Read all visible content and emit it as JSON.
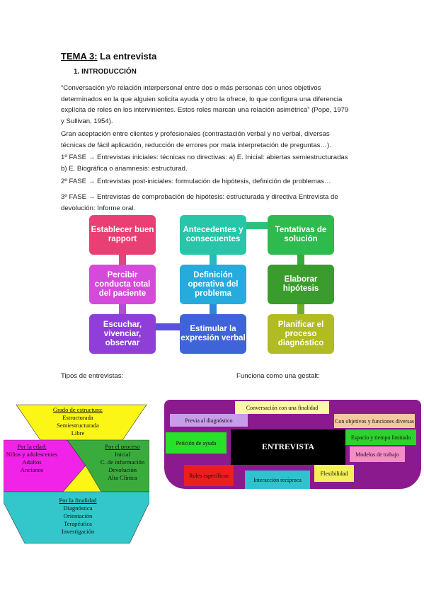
{
  "heading": {
    "prefix": "TEMA 3:",
    "rest": " La entrevista"
  },
  "section": "1.   INTRODUCCIÓN",
  "paragraphs": [
    [
      "“Conversación y/o relación interpersonal entre dos o más personas con unos objetivos",
      "determinados en la que alguien solicita ayuda y otro la ofrece, lo que configura una diferencia",
      "explícita de roles en los intervinientes. Estos roles marcan una relación asimétrica” (Pope, 1979",
      "y Sullivan, 1954)."
    ],
    [
      "Gran aceptación entre clientes y profesionales (contrastación verbal y no verbal, diversas",
      "técnicas de fácil aplicación, reducción de errores por mala interpretación de preguntas…)."
    ],
    [
      "1º FASE → Entrevistas iniciales: técnicas no directivas: a) E. Inicial: abiertas semiestructuradas",
      "b) E. Biográfica o anamnesis: estructurad."
    ],
    [
      "2º FASE → Entrevistas post-iniciales: formulación de hipótesis, definición de problemas…"
    ],
    [
      "3º FASE → Entrevistas de comprobación de hipótesis: estructurada y directiva Entrevista de",
      "devolución: Informe oral."
    ]
  ],
  "flow": {
    "col1": [
      "Establecer buen rapport",
      "Percibir conducta total del paciente",
      "Escuchar, vivenciar, observar"
    ],
    "col2": [
      "Antecedentes y consecuentes",
      "Definición operativa del problema",
      "Estimular la expresión verbal"
    ],
    "col3": [
      "Tentativas de solución",
      "Elaborar hipótesis",
      "Planificar el proceso diagnóstico"
    ],
    "colors": {
      "pink": "#ea3f74",
      "magenta": "#d54bd9",
      "purple": "#8f3fd8",
      "blue": "#3f63d8",
      "cyan": "#27aadc",
      "teal": "#27c6a8",
      "green": "#2fba4e",
      "darkgreen": "#3a9c2c",
      "olive": "#b1bb22"
    }
  },
  "captions": {
    "left": "Tipos de entrevistas:",
    "right": "Funciona como una gestalt:"
  },
  "types": {
    "estructura": {
      "title": "Grado de estructura:",
      "items": [
        "Estructurada",
        "Semiestructurada",
        "Libre"
      ]
    },
    "edad": {
      "title": "Por la edad:",
      "items": [
        "Niños y adolescentes",
        "Adultos",
        "Ancianos"
      ]
    },
    "proceso": {
      "title": "Por el proceso",
      "items": [
        "Inicial",
        "C. de información",
        "Devolución",
        "Alta Clínica"
      ]
    },
    "finalidad": {
      "title": "Por la finalidad",
      "items": [
        "Diagnóstica",
        "Orientación",
        "Terapéutica",
        "Investigación"
      ]
    }
  },
  "gestalt": {
    "center": "ENTREVISTA",
    "items": {
      "conversacion": "Conversación con una finalidad",
      "previa": "Previa al diagnóstico",
      "objetivos": "Con objetivos y funciones diversas",
      "peticion": "Petición de ayuda",
      "espacio": "Espacio y tiempo limitado",
      "modelos": "Modelos de trabajo",
      "roles": "Roles específicos",
      "interaccion": "Interacción recíproca",
      "flexibilidad": "Flexibilidad"
    }
  }
}
